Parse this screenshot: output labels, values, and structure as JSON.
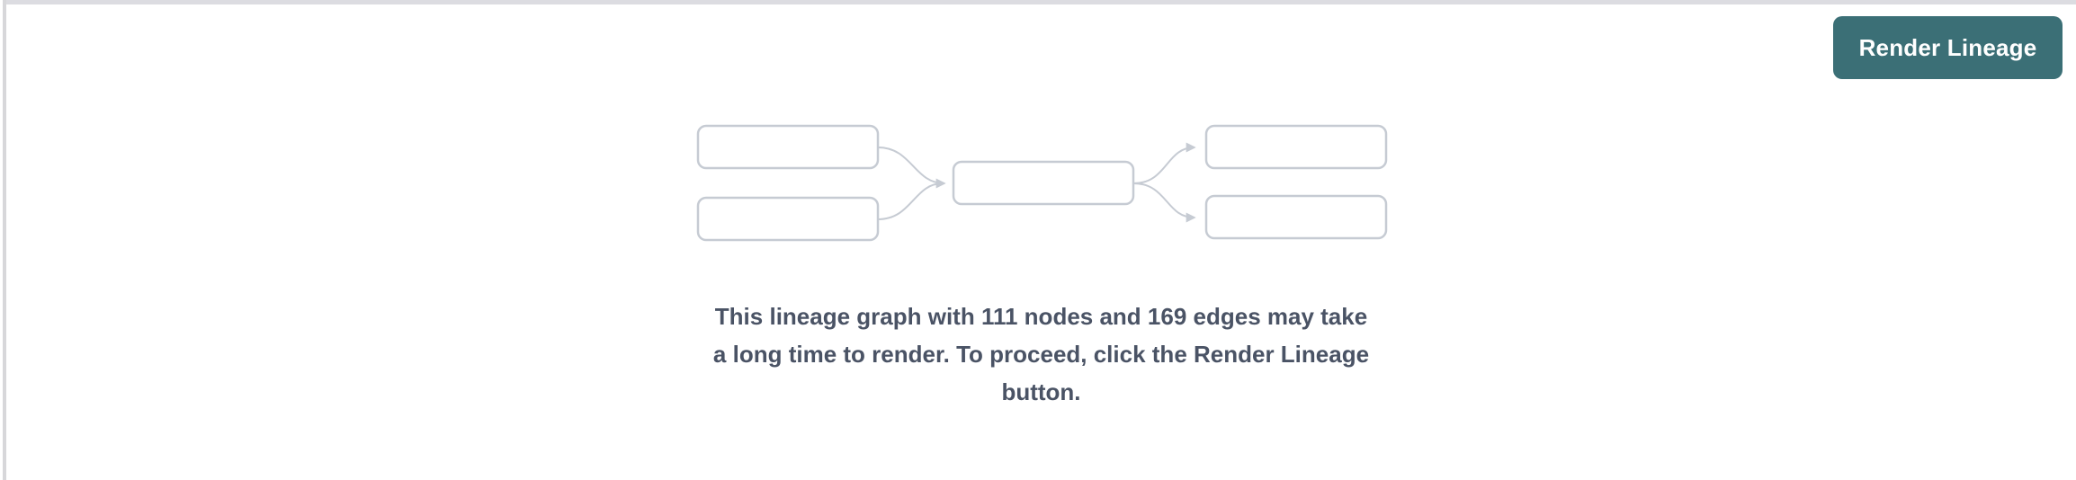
{
  "colors": {
    "accent_teal": "#3b6f76",
    "button_text": "#ffffff",
    "message_text": "#4a5365",
    "graph_stroke": "#c6cbd3",
    "divider": "#dcdce1",
    "left_divider": "#d7d7da",
    "background": "#ffffff"
  },
  "toolbar": {
    "render_button_label": "Render Lineage"
  },
  "lineage_placeholder": {
    "icon": "lineage-graph-icon",
    "node_boxes": 5,
    "edge_arrows": 4
  },
  "message": {
    "full_text": "This lineage graph with 111 nodes and 169 edges may take a long time to render. To proceed, click the Render Lineage button.",
    "lines": [
      "This lineage graph with 111 nodes and 169 edges may take",
      "a long time to render. To proceed, click the Render Lineage",
      "button."
    ],
    "node_count": 111,
    "edge_count": 169
  }
}
